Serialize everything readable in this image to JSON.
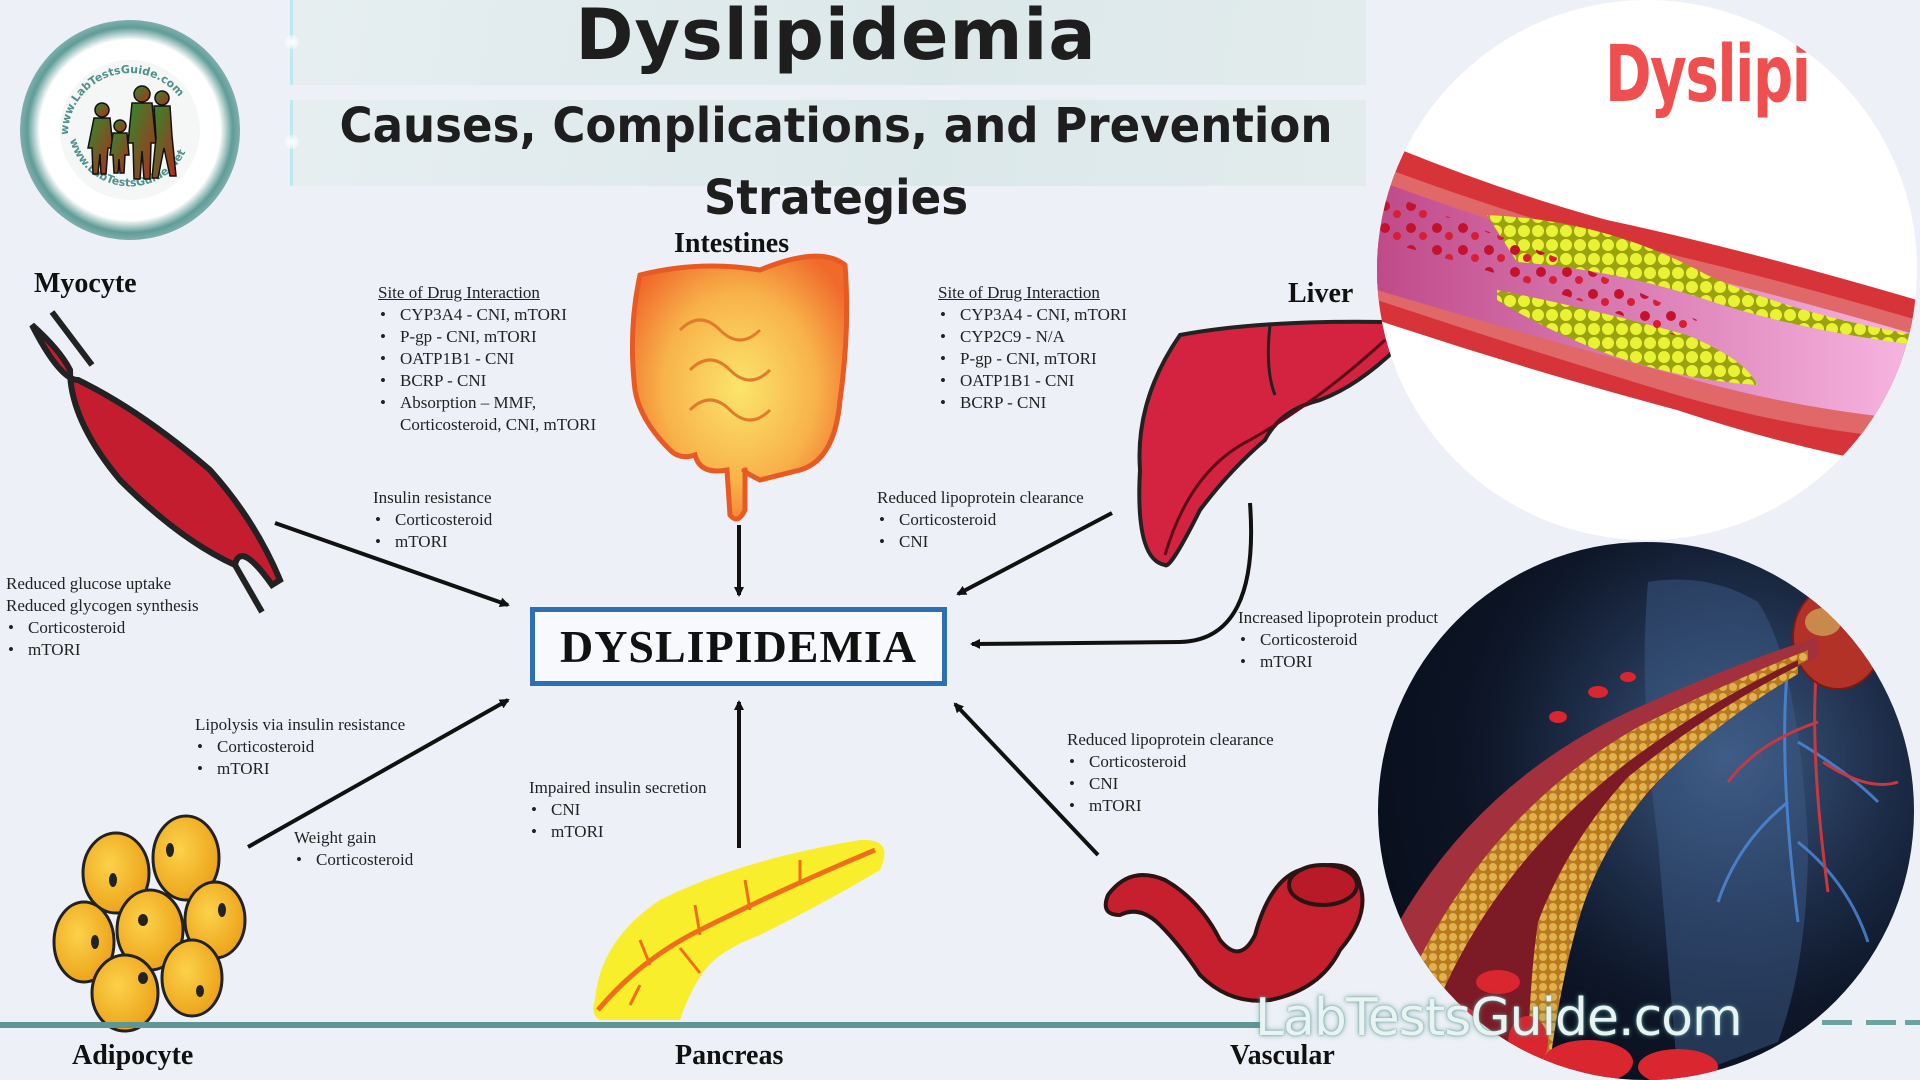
{
  "header": {
    "title": "Dyslipidemia",
    "subtitle_line1": "Causes, Complications, and Prevention",
    "subtitle_line2": "Strategies"
  },
  "logo": {
    "top_text": "www.LabTestsGuide.com",
    "bottom_text": "www.LabTestsGuide.Net",
    "icon": "family-silhouette-icon"
  },
  "center": {
    "label": "DYSLIPIDEMIA",
    "border_color": "#2d6fb3"
  },
  "organs": {
    "myocyte": "Myocyte",
    "intestines": "Intestines",
    "liver": "Liver",
    "adipocyte": "Adipocyte",
    "pancreas": "Pancreas",
    "vascular": "Vascular"
  },
  "notes": {
    "intestine_drug": {
      "heading": "Site of Drug Interaction",
      "items": [
        "CYP3A4 - CNI, mTORI",
        "P-gp - CNI, mTORI",
        "OATP1B1 - CNI",
        "BCRP - CNI",
        "Absorption – MMF,",
        "Corticosteroid, CNI, mTORI"
      ]
    },
    "liver_drug": {
      "heading": "Site of Drug Interaction",
      "items": [
        "CYP3A4 - CNI, mTORI",
        "CYP2C9 - N/A",
        "P-gp - CNI, mTORI",
        "OATP1B1 - CNI",
        "BCRP - CNI"
      ]
    },
    "insulin_resistance": {
      "heading": "Insulin resistance",
      "items": [
        "Corticosteroid",
        "mTORI"
      ]
    },
    "myocyte_effects": {
      "line1": "Reduced glucose uptake",
      "line2": "Reduced glycogen synthesis",
      "items": [
        "Corticosteroid",
        "mTORI"
      ]
    },
    "liver_clearance": {
      "heading": "Reduced lipoprotein clearance",
      "items": [
        "Corticosteroid",
        "CNI"
      ]
    },
    "liver_production": {
      "heading": "Increased lipoprotein product",
      "items": [
        "Corticosteroid",
        "mTORI"
      ]
    },
    "lipolysis": {
      "heading": "Lipolysis via insulin resistance",
      "items": [
        "Corticosteroid",
        "mTORI"
      ]
    },
    "weight_gain": {
      "heading": "Weight gain",
      "items": [
        "Corticosteroid"
      ]
    },
    "insulin_secretion": {
      "heading": "Impaired insulin secretion",
      "items": [
        "CNI",
        "mTORI"
      ]
    },
    "vascular_clearance": {
      "heading": "Reduced lipoprotein clearance",
      "items": [
        "Corticosteroid",
        "CNI",
        "mTORI"
      ]
    }
  },
  "images": {
    "top_circle_caption": "Dyslipi",
    "top_circle_icon": "artery-plaque-illustration",
    "bottom_circle_icon": "artery-heart-illustration"
  },
  "watermark": "LabTestsGuide.com",
  "colors": {
    "background": "#edf1f7",
    "accent_teal": "#5f9693",
    "title_red": "#ef4f4f",
    "organ_red": "#c8202e"
  }
}
